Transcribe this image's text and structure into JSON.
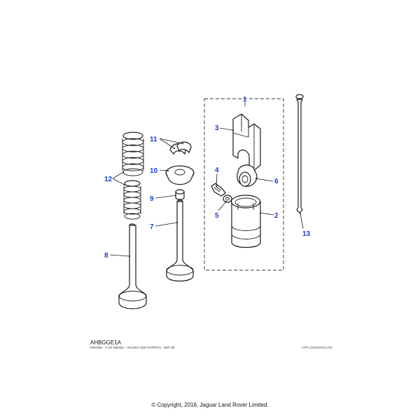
{
  "diagram_code": "AHBGGE1A",
  "caption": "ENGINE - 2 1/2 DIESEL - VALVES AND TAPPETS - DEF 90",
  "supplier": "CTP LOGISTICS LTD",
  "copyright": "© Copyright, 2016. Jaguar Land Rover Limited.",
  "callouts": {
    "c1": "1",
    "c2": "2",
    "c3": "3",
    "c4": "4",
    "c5": "5",
    "c6": "6",
    "c7": "7",
    "c8": "8",
    "c9": "9",
    "c10": "10",
    "c11": "11",
    "c12": "12",
    "c13": "13"
  },
  "colors": {
    "callout": "#1a3bd6",
    "line": "#1a1a1a"
  }
}
